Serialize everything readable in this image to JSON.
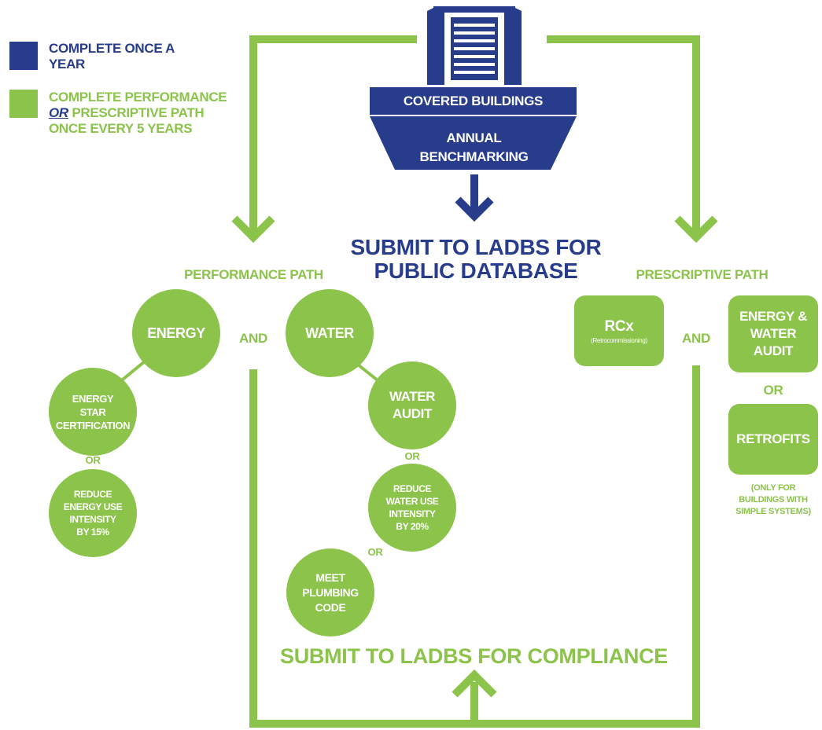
{
  "colors": {
    "blue": "#283c8c",
    "green": "#8cc34b",
    "white": "#ffffff"
  },
  "legend": {
    "blue_text": "COMPLETE ONCE A YEAR",
    "green_line1_pre": "COMPLETE PERFORMANCE",
    "green_or": "OR",
    "green_line2_post": " PRESCRIPTIVE PATH",
    "green_line3": "ONCE EVERY 5 YEARS"
  },
  "building": {
    "icon": "office-building-icon",
    "covered": "COVERED BUILDINGS",
    "annual_1": "ANNUAL",
    "annual_2": "BENCHMARKING"
  },
  "submit_public": {
    "line1": "SUBMIT TO LADBS FOR",
    "line2": "PUBLIC DATABASE"
  },
  "performance": {
    "title": "PERFORMANCE PATH",
    "energy": "ENERGY",
    "and": "AND",
    "water": "WATER",
    "energy_star": [
      "ENERGY",
      "STAR",
      "CERTIFICATION"
    ],
    "or_energy": "OR",
    "reduce_energy": [
      "REDUCE",
      "ENERGY USE",
      "INTENSITY",
      "BY 15%"
    ],
    "water_audit": [
      "WATER",
      "AUDIT"
    ],
    "or_water": "OR",
    "reduce_water": [
      "REDUCE",
      "WATER USE",
      "INTENSITY",
      "BY 20%"
    ],
    "or_plumbing": "OR",
    "plumbing": [
      "MEET",
      "PLUMBING",
      "CODE"
    ]
  },
  "prescriptive": {
    "title": "PRESCRIPTIVE PATH",
    "rcx": "RCx",
    "rcx_sub": "(Retrocommissioning)",
    "and": "AND",
    "audit": [
      "ENERGY &",
      "WATER",
      "AUDIT"
    ],
    "or": "OR",
    "retrofits": "RETROFITS",
    "note": [
      "(ONLY FOR",
      "BUILDINGS WITH",
      "SIMPLE SYSTEMS)"
    ]
  },
  "submit_compliance": "SUBMIT TO LADBS FOR COMPLIANCE"
}
